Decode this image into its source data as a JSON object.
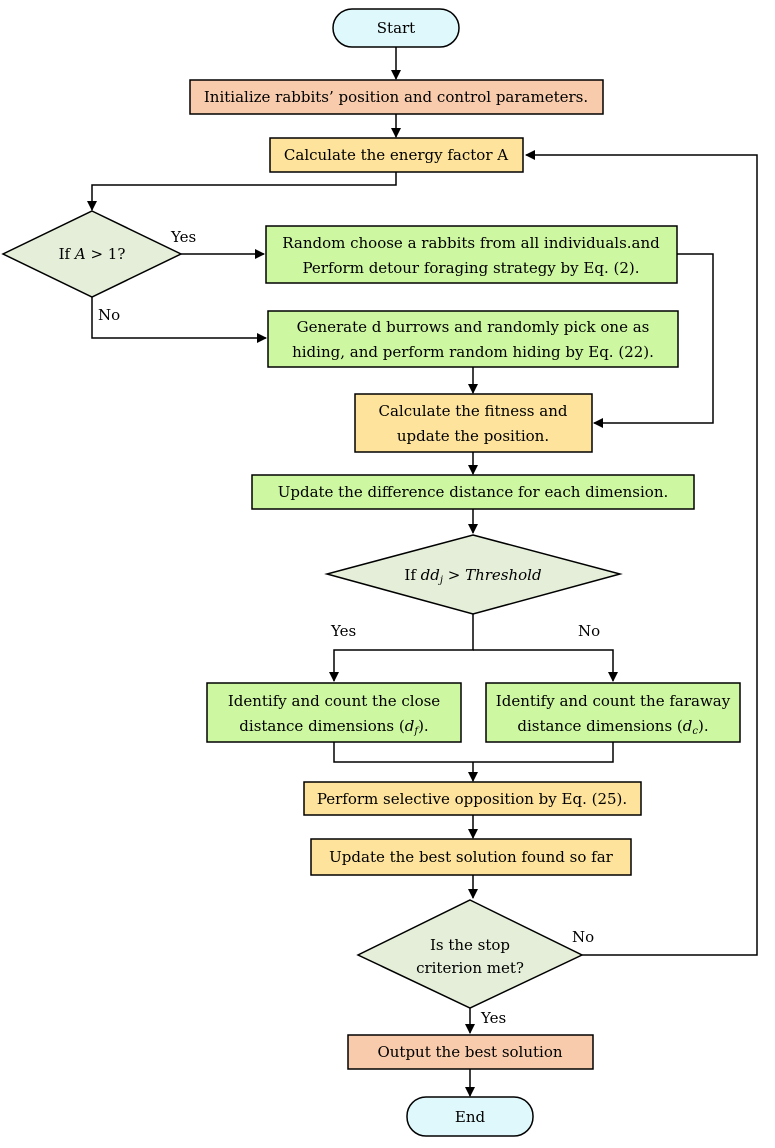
{
  "colors": {
    "terminal": "#dff8fb",
    "init": "#f7cbab",
    "step": "#fde39b",
    "action": "#cdf7a1",
    "decision": "#e4eed8"
  },
  "nodes": {
    "start": "Start",
    "init": "Initialize rabbits’ position and control parameters.",
    "energy": "Calculate the energy factor A",
    "dec1": {
      "prefix": "If ",
      "var": "A",
      "suffix": " > 1?"
    },
    "detour": [
      "Random choose a rabbits from all individuals.and",
      "Perform detour foraging strategy by Eq. (2)."
    ],
    "hiding": [
      "Generate d burrows and randomly pick one as",
      "hiding, and perform random hiding by Eq. (22)."
    ],
    "fitness": [
      "Calculate the fitness and",
      "update the position."
    ],
    "diff": "Update the difference distance for each dimension.",
    "dec2": {
      "prefix": "If ",
      "var": "dd",
      "sub": "j",
      "op": " > ",
      "var2": "Threshold"
    },
    "close": {
      "line1": "Identify and count the close",
      "line2_pre": "distance dimensions (",
      "var": "d",
      "sub": "f",
      "line2_post": ")."
    },
    "faraway": {
      "line1": "Identify and count the faraway",
      "line2_pre": "distance dimensions (",
      "var": "d",
      "sub": "c",
      "line2_post": ")."
    },
    "opposition": "Perform selective opposition by Eq. (25).",
    "best": "Update the best solution found so far",
    "dec3": [
      "Is the stop",
      "criterion met?"
    ],
    "output": "Output the best solution",
    "end": "End"
  },
  "labels": {
    "dec1_yes": "Yes",
    "dec1_no": "No",
    "dec2_yes": "Yes",
    "dec2_no": "No",
    "dec3_no": "No",
    "dec3_yes": "Yes"
  }
}
